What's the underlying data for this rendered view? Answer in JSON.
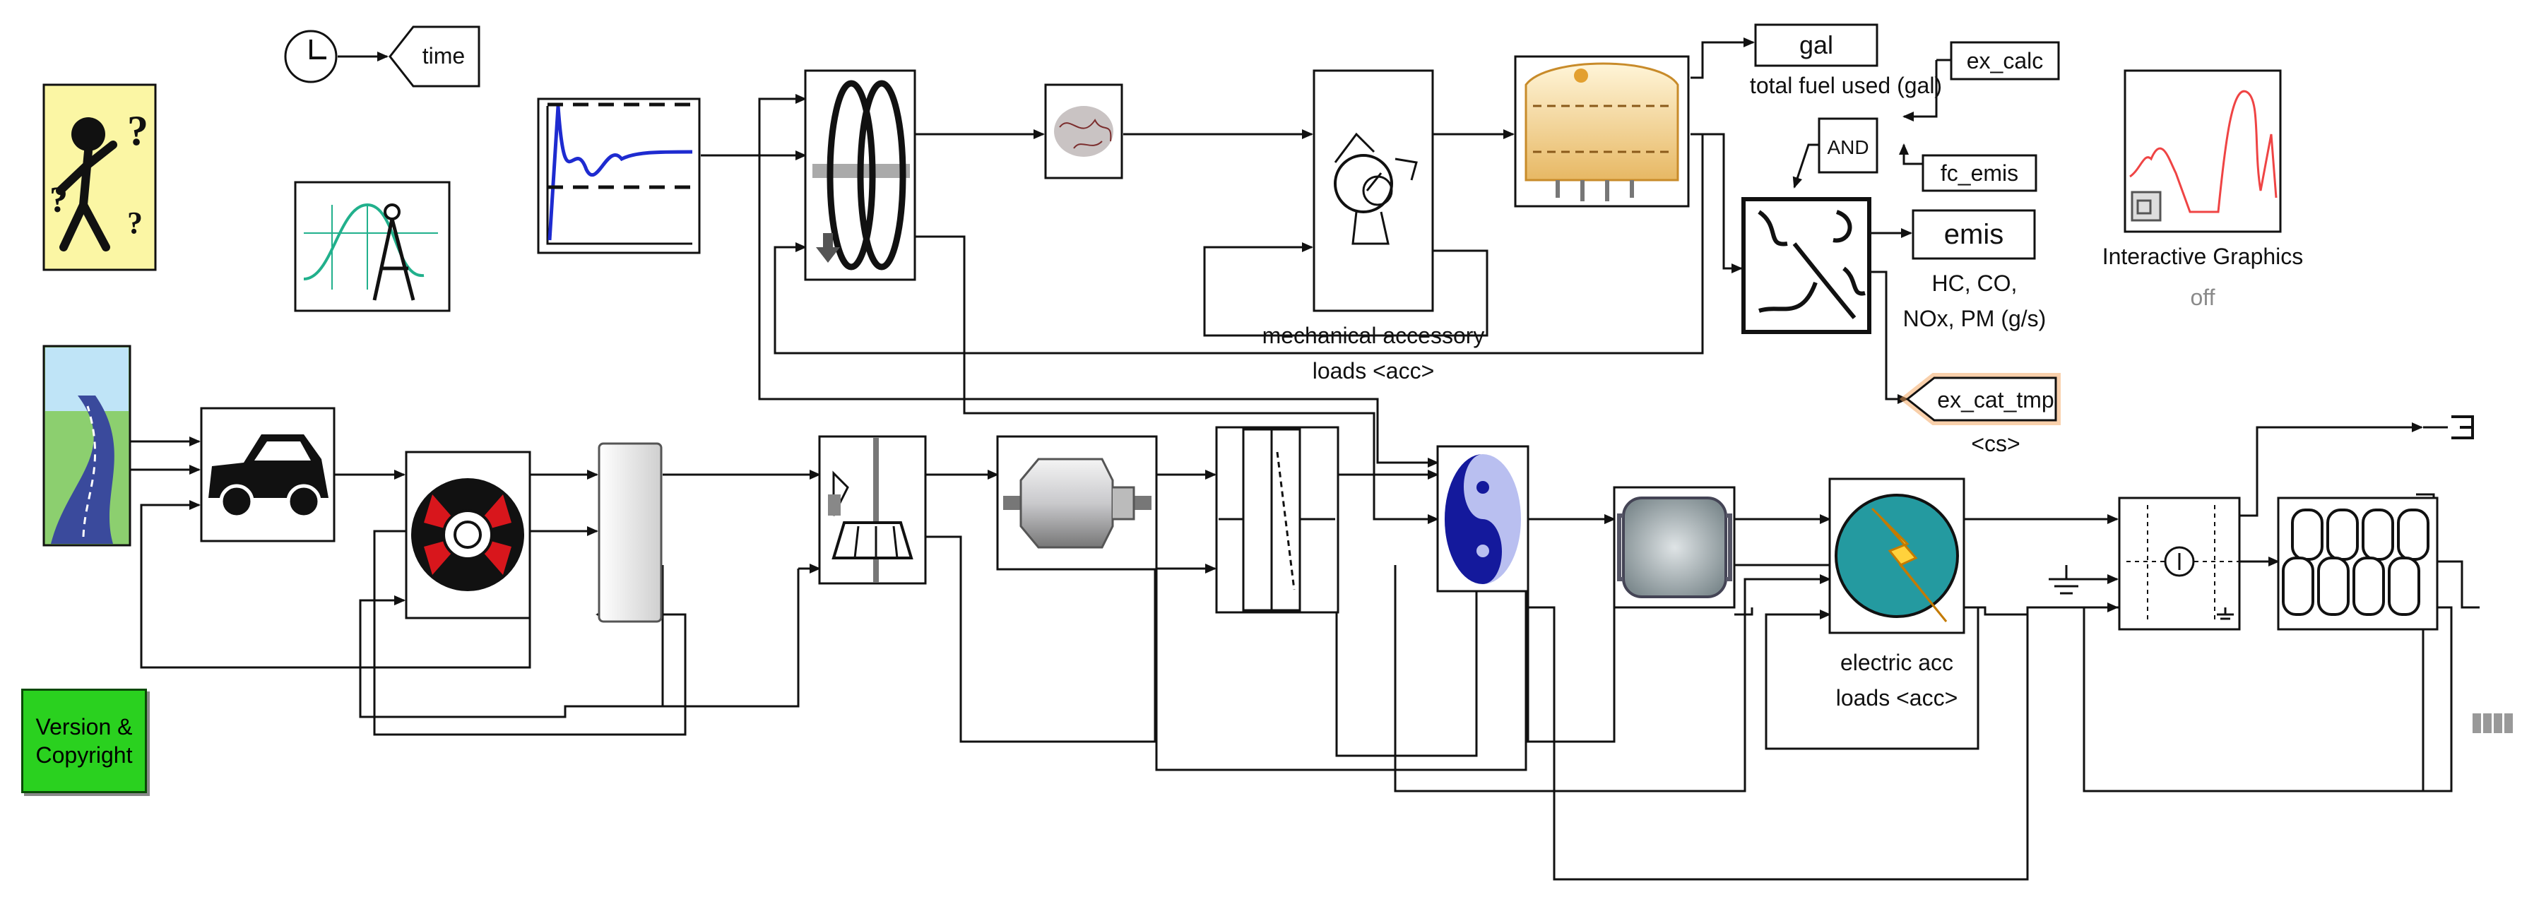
{
  "blocks": {
    "time_tag": "time",
    "gal_tag": "gal",
    "gal_caption": "total fuel used (gal)",
    "ex_calc_tag": "ex_calc",
    "and_gate": "AND",
    "fc_emis_tag": "fc_emis",
    "emis_tag": "emis",
    "emis_caption_1": "HC, CO,",
    "emis_caption_2": "NOx, PM (g/s)",
    "ex_cat_tmp_tag": "ex_cat_tmp",
    "cs_caption": "<cs>",
    "mech_caption_1": "mechanical accessory",
    "mech_caption_2": "loads <acc>",
    "elec_caption_1": "electric acc",
    "elec_caption_2": "loads <acc>",
    "interactive_caption": "Interactive Graphics",
    "interactive_state": "off",
    "version_1": "Version &",
    "version_2": "Copyright"
  },
  "colors": {
    "line": "#111111",
    "version_green": "#2ad11f",
    "cat_glow": "#f5a35a",
    "plot_red": "#ef4444",
    "scope_blue": "#1e2bd0"
  },
  "icons": [
    "question-person-icon",
    "clock-icon",
    "compass-chart-icon",
    "step-response-scope-icon",
    "road-icon",
    "car-icon",
    "wheel-icon",
    "final-drive-icon",
    "clutch-icon",
    "brain-controller-icon",
    "engine-accessory-icon",
    "fuel-converter-icon",
    "exhaust-emissions-icon",
    "gearbox-icon",
    "generator-icon",
    "torque-coupler-icon",
    "yin-yang-controller-icon",
    "motor-icon",
    "lightning-icon",
    "power-bus-icon",
    "battery-pack-icon",
    "interactive-graphics-icon",
    "terminator-icon",
    "display-icon"
  ]
}
